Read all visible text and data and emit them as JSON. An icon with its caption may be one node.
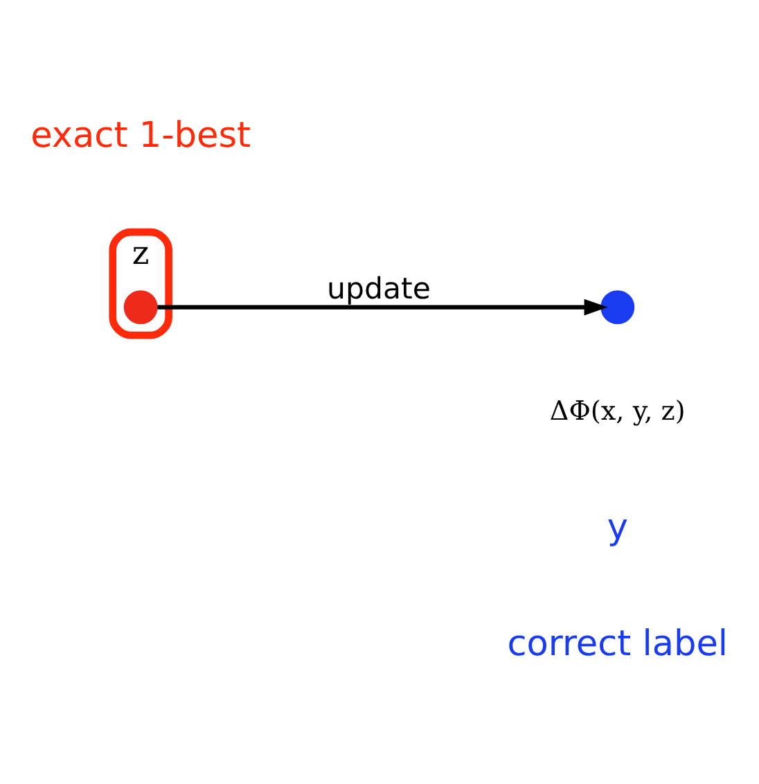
{
  "diagram": {
    "nodes": [
      {
        "text": [
          "z"
        ],
        "beside": [
          "exact 1-best"
        ]
      },
      {
        "text": [],
        "shape": "circle",
        "in": 0
      },
      {
        "text": [],
        "shape": "circle",
        "beside": [
          "y",
          "correct label"
        ]
      }
    ],
    "edges": [
      {
        "from": 1,
        "to": 2,
        "arrow": "to",
        "label": "update"
      }
    ],
    "labels": [
      "ΔΦ(x, y, z)"
    ]
  }
}
